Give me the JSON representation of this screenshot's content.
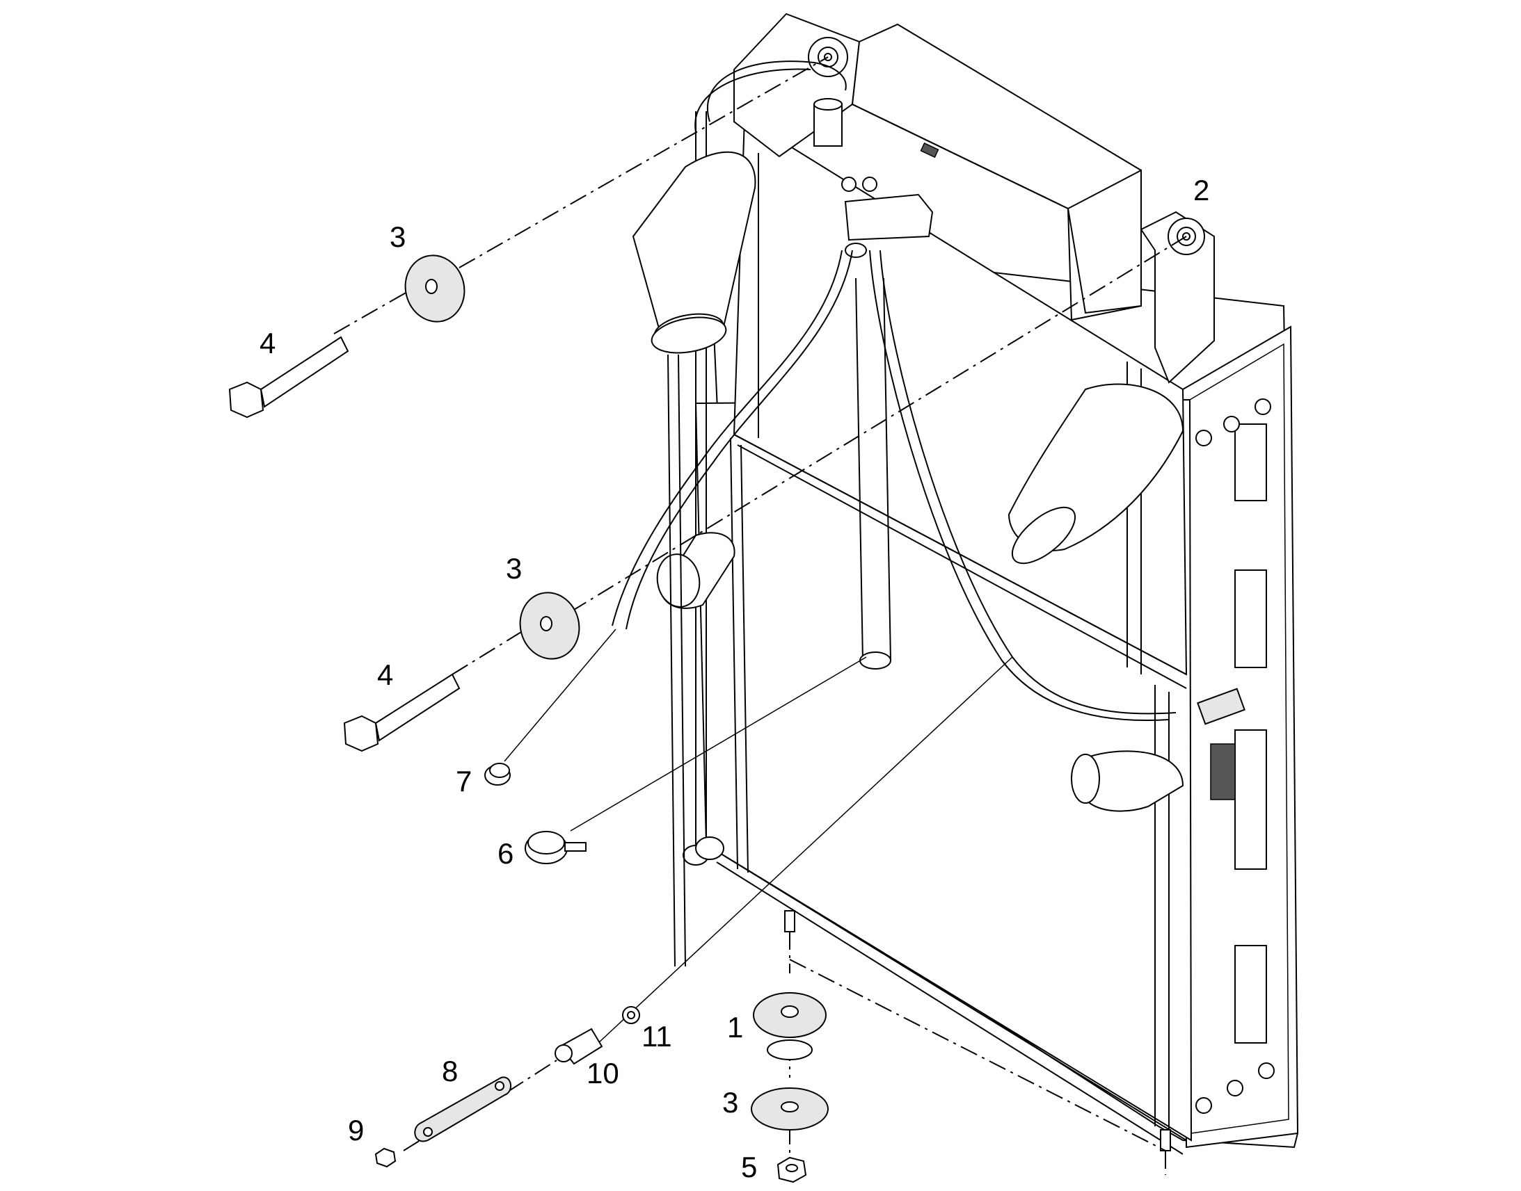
{
  "callouts": [
    {
      "id": "c1",
      "text": "1"
    },
    {
      "id": "c2",
      "text": "2"
    },
    {
      "id": "c3a",
      "text": "3"
    },
    {
      "id": "c3b",
      "text": "3"
    },
    {
      "id": "c3c",
      "text": "3"
    },
    {
      "id": "c4a",
      "text": "4"
    },
    {
      "id": "c4b",
      "text": "4"
    },
    {
      "id": "c5",
      "text": "5"
    },
    {
      "id": "c6",
      "text": "6"
    },
    {
      "id": "c7",
      "text": "7"
    },
    {
      "id": "c8",
      "text": "8"
    },
    {
      "id": "c9",
      "text": "9"
    },
    {
      "id": "c10",
      "text": "10"
    },
    {
      "id": "c11",
      "text": "11"
    }
  ]
}
